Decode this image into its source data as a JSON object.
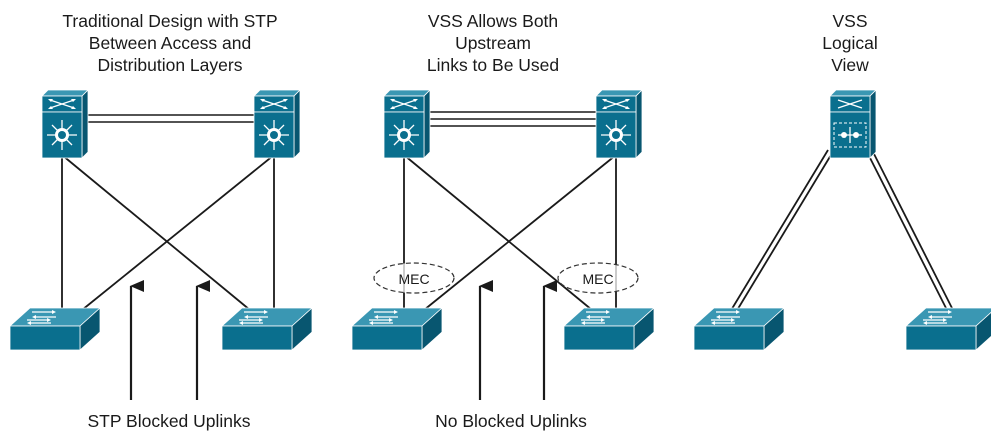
{
  "panels": {
    "traditional": {
      "title_lines": [
        "Traditional Design with STP",
        "Between Access and",
        "Distribution Layers"
      ]
    },
    "vss_physical": {
      "title_lines": [
        "VSS Allows Both",
        "Upstream",
        "Links to Be Used"
      ],
      "mec_labels": [
        "MEC",
        "MEC"
      ]
    },
    "vss_logical": {
      "title_lines": [
        "VSS",
        "Logical",
        "View"
      ]
    }
  },
  "captions": {
    "left": "STP Blocked Uplinks",
    "middle": "No Blocked Uplinks"
  },
  "colors": {
    "device_fill": "#0a6f8e",
    "device_dark": "#085670",
    "device_light": "#3a97b3",
    "line": "#1a1a1a"
  }
}
